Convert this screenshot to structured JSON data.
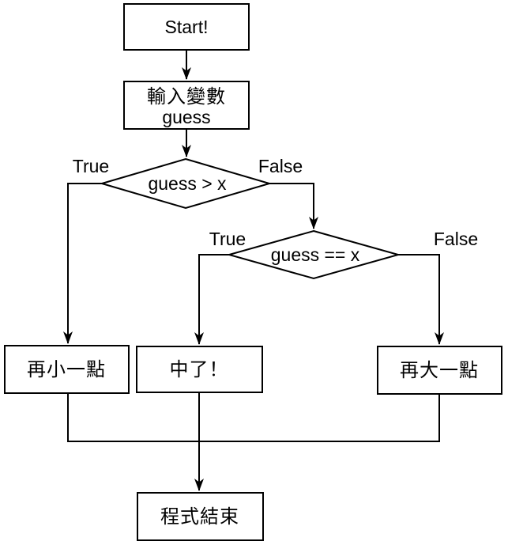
{
  "flowchart": {
    "nodes": {
      "start": {
        "label": "Start!"
      },
      "input": {
        "line1": "輸入變數",
        "line2": "guess"
      },
      "decision1": {
        "label": "guess > x"
      },
      "decision2": {
        "label": "guess == x"
      },
      "smaller": {
        "label": "再小一點"
      },
      "correct": {
        "label": "中了！"
      },
      "bigger": {
        "label": "再大一點"
      },
      "end": {
        "label": "程式結束"
      }
    },
    "edge_labels": {
      "decision1_true": "True",
      "decision1_false": "False",
      "decision2_true": "True",
      "decision2_false": "False"
    },
    "colors": {
      "stroke": "#000000",
      "node_fill": "#ffffff",
      "background": "#ffffff",
      "text": "#000000"
    }
  }
}
